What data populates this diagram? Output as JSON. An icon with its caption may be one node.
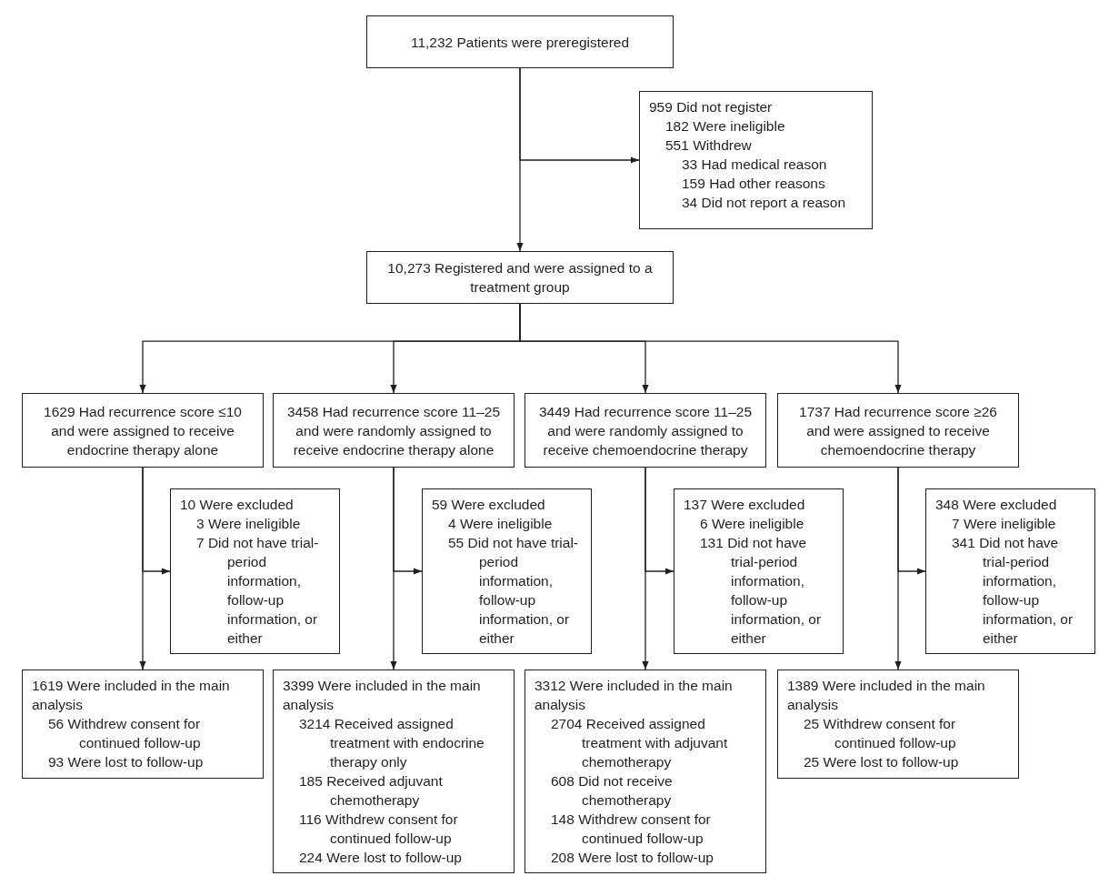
{
  "diagram": {
    "nodes": [
      {
        "text": [
          "11,232 Patients were preregistered"
        ]
      },
      {
        "text": [
          "959 Did not register",
          "182 Were ineligible",
          "551 Withdrew",
          "33 Had medical reason",
          "159 Had other reasons",
          "34 Did not report a reason"
        ]
      },
      {
        "text": [
          "10,273 Registered and were assigned to a treatment group"
        ]
      },
      {
        "text": [
          "1629 Had recurrence score ≤10 and were assigned to receive endocrine therapy alone"
        ]
      },
      {
        "text": [
          "3458 Had recurrence score 11–25 and were randomly assigned to receive endocrine therapy alone"
        ]
      },
      {
        "text": [
          "3449 Had recurrence score 11–25 and were randomly assigned to receive chemoendocrine therapy"
        ]
      },
      {
        "text": [
          "1737 Had recurrence score ≥26 and were assigned to receive chemoendocrine therapy"
        ]
      },
      {
        "text": [
          "10 Were excluded",
          "3 Were ineligible",
          "7 Did not have trial-period information, follow-up information, or either"
        ]
      },
      {
        "text": [
          "59 Were excluded",
          "4 Were ineligible",
          "55 Did not have trial-period information, follow-up information, or either"
        ]
      },
      {
        "text": [
          "137 Were excluded",
          "6 Were ineligible",
          "131 Did not have trial-period information, follow-up information, or either"
        ]
      },
      {
        "text": [
          "348 Were excluded",
          "7 Were ineligible",
          "341 Did not have trial-period information, follow-up information, or either"
        ]
      },
      {
        "text": [
          "1619 Were included in the main analysis",
          "56 Withdrew consent for continued follow-up",
          "93 Were lost to follow-up"
        ]
      },
      {
        "text": [
          "3399 Were included in the main analysis",
          "3214 Received assigned treatment with endocrine therapy only",
          "185 Received adjuvant chemotherapy",
          "116 Withdrew consent for continued follow-up",
          "224 Were lost to follow-up"
        ]
      },
      {
        "text": [
          "3312 Were included in the main analysis",
          "2704 Received assigned treatment with adjuvant chemotherapy",
          "608 Did not receive chemotherapy",
          "148 Withdrew consent for continued follow-up",
          "208 Were lost to follow-up"
        ]
      },
      {
        "text": [
          "1389 Were included in the main analysis",
          "25 Withdrew consent for continued follow-up",
          "25 Were lost to follow-up"
        ]
      }
    ],
    "edges": [
      {
        "from": 0,
        "to": 2,
        "arrow": "to"
      },
      {
        "from": 0,
        "to": 1,
        "arrow": "to"
      },
      {
        "from": 2,
        "to": 3,
        "arrow": "to"
      },
      {
        "from": 2,
        "to": 4,
        "arrow": "to"
      },
      {
        "from": 2,
        "to": 5,
        "arrow": "to"
      },
      {
        "from": 2,
        "to": 6,
        "arrow": "to"
      },
      {
        "from": 3,
        "to": 7,
        "arrow": "to"
      },
      {
        "from": 3,
        "to": 11,
        "arrow": "to"
      },
      {
        "from": 4,
        "to": 8,
        "arrow": "to"
      },
      {
        "from": 4,
        "to": 12,
        "arrow": "to"
      },
      {
        "from": 5,
        "to": 9,
        "arrow": "to"
      },
      {
        "from": 5,
        "to": 13,
        "arrow": "to"
      },
      {
        "from": 6,
        "to": 10,
        "arrow": "to"
      },
      {
        "from": 6,
        "to": 14,
        "arrow": "to"
      }
    ]
  }
}
